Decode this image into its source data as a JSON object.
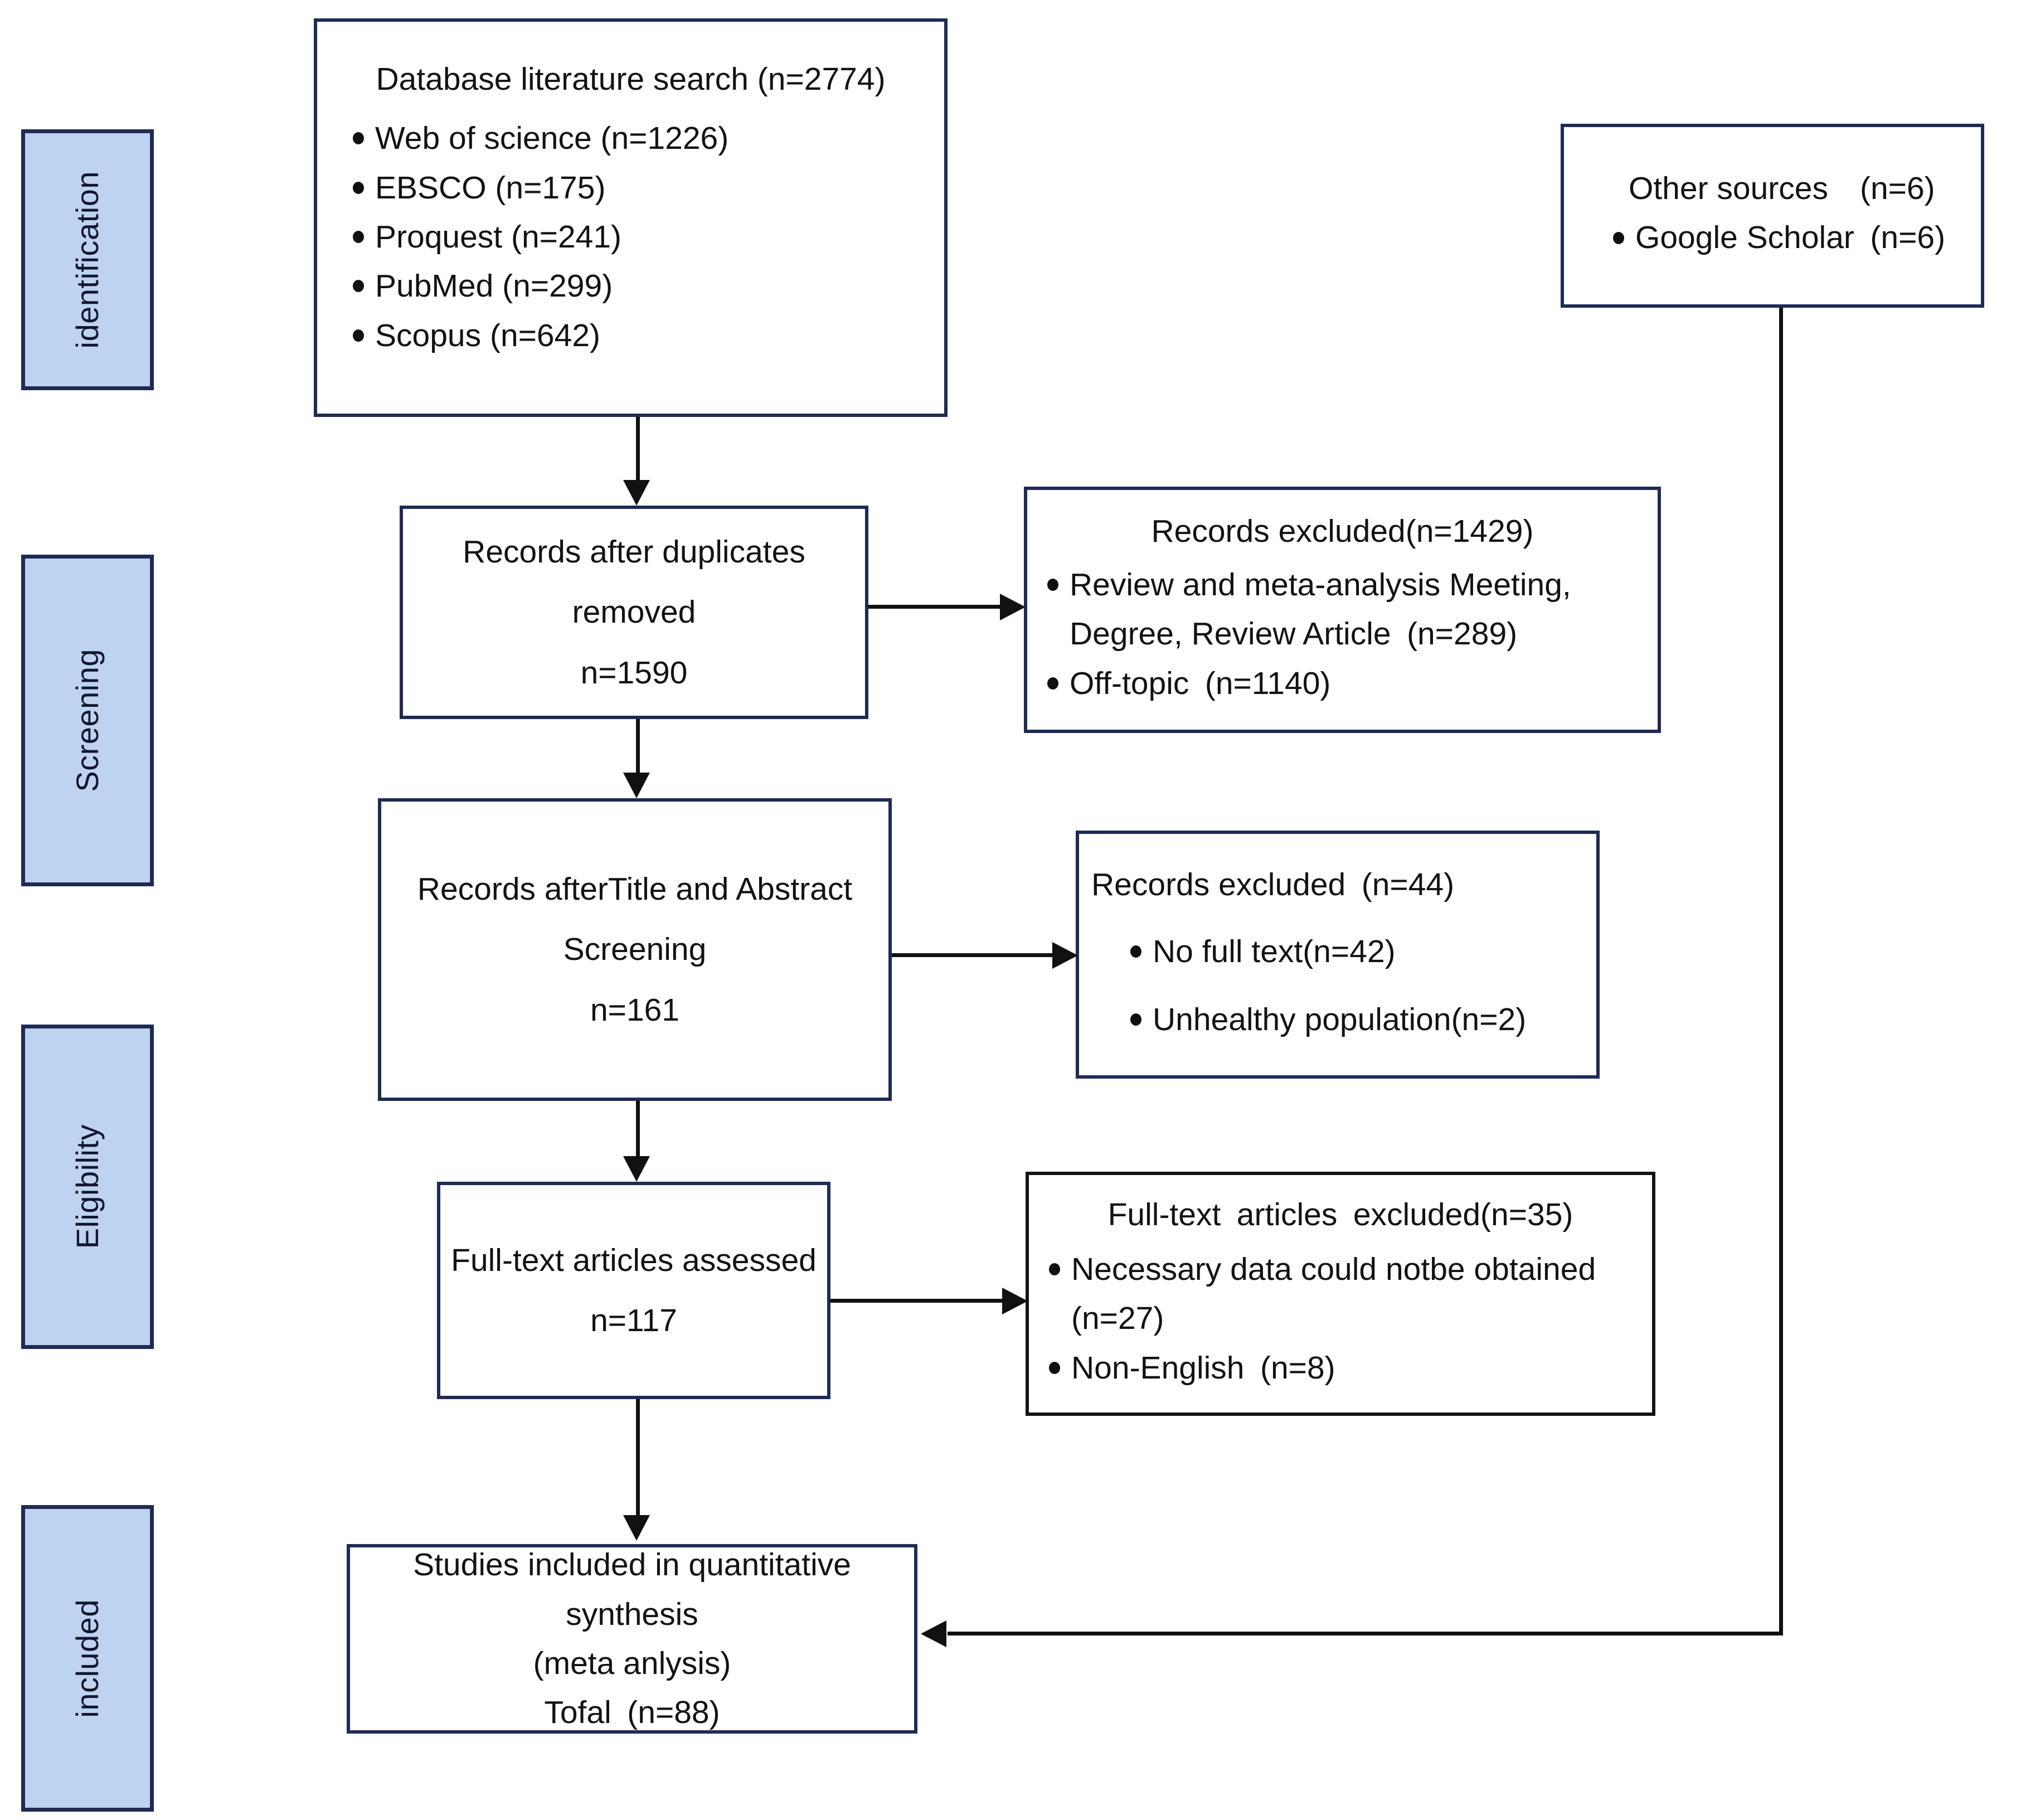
{
  "diagram": {
    "type": "prisma-flow-diagram",
    "colors": {
      "stage_label_fill": "#bdd3f0",
      "stage_label_border": "#1f2a55",
      "box_border": "#1f2a55",
      "connector": "#111111",
      "text": "#121212",
      "background": "#ffffff"
    }
  },
  "stages": [
    {
      "id": "identification",
      "label": "identification"
    },
    {
      "id": "screening",
      "label": "Screening"
    },
    {
      "id": "eligibility",
      "label": "Eligibility"
    },
    {
      "id": "included",
      "label": "included"
    }
  ],
  "boxes": {
    "database_search": {
      "title": "Database literature search (n=2774)",
      "items": [
        "Web of science (n=1226)",
        "EBSCO (n=175)",
        "Proquest (n=241)",
        "PubMed (n=299)",
        "Scopus (n=642)"
      ]
    },
    "other_sources": {
      "title": "Other sources (n=6)",
      "items": [
        "Google Scholar (n=6)"
      ]
    },
    "records_after_duplicates": {
      "line1": "Records after duplicates",
      "line2": "removed",
      "line3": "n=1590"
    },
    "records_excluded_1429": {
      "title": "Records excluded(n=1429)",
      "items": [
        "Review and meta-analysis Meeting,",
        "Degree, Review Article (n=289)",
        "Off-topic (n=1140)"
      ]
    },
    "records_after_title_abstract": {
      "line1": "Records afterTitle and Abstract",
      "line2": "Screening",
      "line3": "n=161"
    },
    "records_excluded_44": {
      "title": "Records excluded (n=44)",
      "items": [
        "No full text(n=42)",
        "Unhealthy population(n=2)"
      ]
    },
    "fulltext_assessed": {
      "line1": "Full-text articles assessed",
      "line2": "n=117"
    },
    "fulltext_excluded_35": {
      "title": "Full-text articles excluded(n=35)",
      "items": [
        "Necessary data could notbe obtained",
        "(n=27)",
        "Non-English (n=8)"
      ]
    },
    "studies_included": {
      "line1": "Studies included in quantitative",
      "line2": "synthesis",
      "line3": "(meta anlysis)",
      "line4": "Tofal (n=88)"
    }
  },
  "chart_data": {
    "type": "flowchart",
    "title": "PRISMA study selection flow",
    "nodes": [
      {
        "id": "database_search",
        "stage": "identification",
        "n": 2774,
        "breakdown": {
          "Web of science": 1226,
          "EBSCO": 175,
          "Proquest": 241,
          "PubMed": 299,
          "Scopus": 642
        }
      },
      {
        "id": "other_sources",
        "stage": "identification",
        "n": 6,
        "breakdown": {
          "Google Scholar": 6
        }
      },
      {
        "id": "records_after_duplicates",
        "stage": "screening",
        "n": 1590
      },
      {
        "id": "records_excluded_1429",
        "stage": "screening",
        "n": 1429,
        "breakdown": {
          "Review and meta-analysis Meeting, Degree, Review Article": 289,
          "Off-topic": 1140
        }
      },
      {
        "id": "records_after_title_abstract",
        "stage": "screening",
        "n": 161
      },
      {
        "id": "records_excluded_44",
        "stage": "eligibility",
        "n": 44,
        "breakdown": {
          "No full text": 42,
          "Unhealthy population": 2
        }
      },
      {
        "id": "fulltext_assessed",
        "stage": "eligibility",
        "n": 117
      },
      {
        "id": "fulltext_excluded_35",
        "stage": "eligibility",
        "n": 35,
        "breakdown": {
          "Necessary data could notbe obtained": 27,
          "Non-English": 8
        }
      },
      {
        "id": "studies_included",
        "stage": "included",
        "n": 88
      }
    ],
    "edges": [
      {
        "from": "database_search",
        "to": "records_after_duplicates",
        "direction": "down"
      },
      {
        "from": "records_after_duplicates",
        "to": "records_excluded_1429",
        "direction": "right"
      },
      {
        "from": "records_after_duplicates",
        "to": "records_after_title_abstract",
        "direction": "down"
      },
      {
        "from": "records_after_title_abstract",
        "to": "records_excluded_44",
        "direction": "right"
      },
      {
        "from": "records_after_title_abstract",
        "to": "fulltext_assessed",
        "direction": "down"
      },
      {
        "from": "fulltext_assessed",
        "to": "fulltext_excluded_35",
        "direction": "right"
      },
      {
        "from": "fulltext_assessed",
        "to": "studies_included",
        "direction": "down"
      },
      {
        "from": "other_sources",
        "to": "studies_included",
        "direction": "down-left"
      }
    ]
  }
}
